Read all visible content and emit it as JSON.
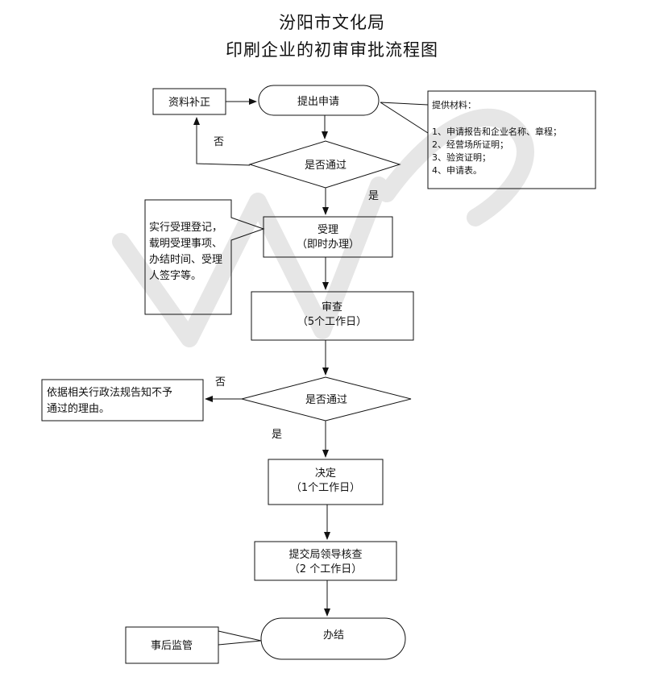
{
  "header": {
    "org": "汾阳市文化局",
    "title": "印刷企业的初审审批流程图"
  },
  "nodes": {
    "apply": "提出申请",
    "supplement": "资料补正",
    "check1": "是否通过",
    "accept_line1": "受理",
    "accept_line2": "（即时办理）",
    "review_line1": "审查",
    "review_line2": "（5个工作日）",
    "check2": "是否通过",
    "decide_line1": "决定",
    "decide_line2": "（1个工作日）",
    "submit_line1": "提交局领导核查",
    "submit_line2": "（2 个工作日）",
    "finish": "办结",
    "supervise": "事后监管"
  },
  "notes": {
    "materials": [
      "提供材料：",
      "1、申请报告和企业名称、章程；",
      "2、经营场所证明；",
      "3、验资证明；",
      "4、申请表。"
    ],
    "accept_note": [
      "实行受理登记，",
      "载明受理事项、",
      "办结时间、受理",
      "人签字等。"
    ],
    "reject_note": [
      "依据相关行政法规告知不予",
      "通过的理由。"
    ]
  },
  "edges": {
    "no1": "否",
    "yes1": "是",
    "no2": "否",
    "yes2": "是"
  }
}
